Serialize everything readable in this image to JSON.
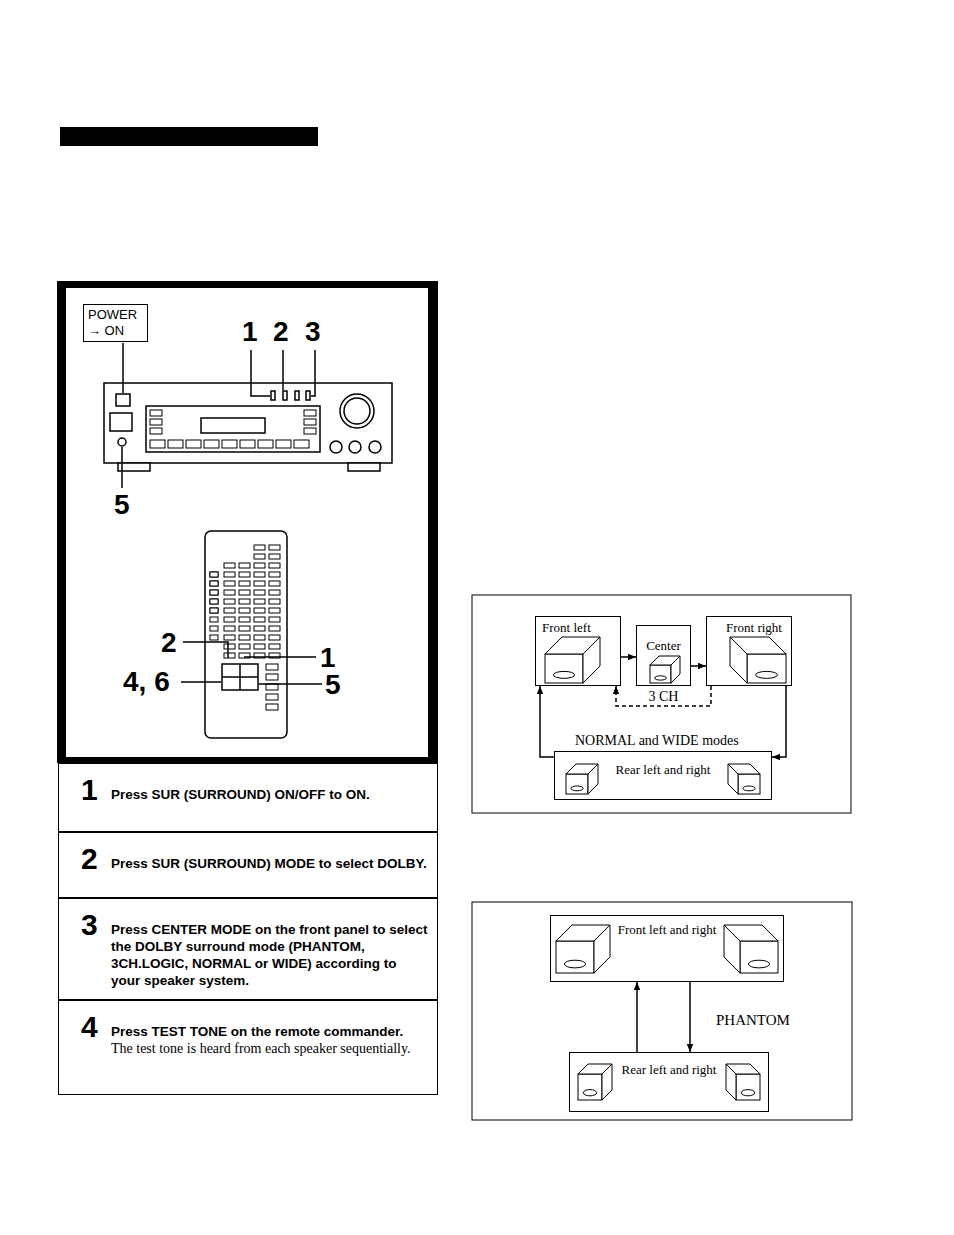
{
  "diagram": {
    "nodes": [
      {
        "text": [
          "POWER → ON"
        ]
      },
      {
        "text": [
          "1",
          "Press SUR (SURROUND) ON/OFF to ON."
        ]
      },
      {
        "text": [
          "2",
          "Press SUR (SURROUND) MODE to select DOLBY."
        ]
      },
      {
        "text": [
          "3",
          "Press CENTER MODE on the front panel to select the DOLBY surround mode (PHANTOM, 3CH.LOGIC, NORMAL or WIDE) according to your speaker system."
        ]
      },
      {
        "text": [
          "4",
          "Press TEST TONE on the remote commander.",
          "The test tone is heard from each speaker sequentially."
        ]
      },
      {
        "text": [
          "Front left"
        ]
      },
      {
        "text": [
          "Center"
        ]
      },
      {
        "text": [
          "Front right"
        ]
      },
      {
        "text": [
          "Rear left and right"
        ]
      },
      {
        "text": [
          "Front left and right"
        ]
      },
      {
        "text": [
          "Rear left and right"
        ]
      }
    ],
    "edges": [
      {
        "from": 5,
        "to": 6,
        "arrow": "to"
      },
      {
        "from": 6,
        "to": 7,
        "arrow": "to"
      },
      {
        "from": 7,
        "to": 5,
        "arrow": "to",
        "label": "3 CH"
      },
      {
        "from": 7,
        "to": 8,
        "arrow": "to"
      },
      {
        "from": 8,
        "to": 5,
        "arrow": "to"
      },
      {
        "from": 10,
        "to": 9,
        "arrow": "to"
      },
      {
        "from": 9,
        "to": 10,
        "arrow": "to"
      }
    ],
    "labels": [
      "1",
      "2",
      "3",
      "5",
      "2",
      "1",
      "4, 6",
      "5",
      "NORMAL and WIDE modes",
      "PHANTOM"
    ]
  }
}
